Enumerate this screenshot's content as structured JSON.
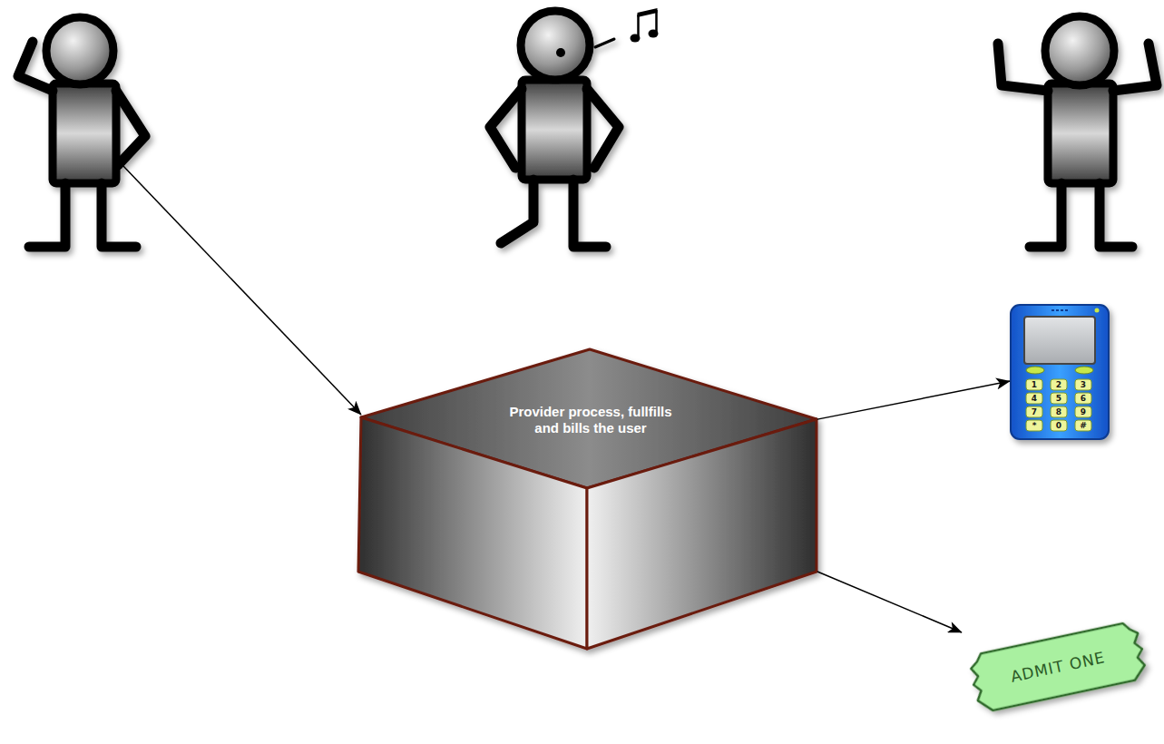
{
  "diagram": {
    "nodes": [
      {
        "text": [
          "Provider process, fullfills and bills the user"
        ]
      },
      {
        "text": [
          "1",
          "2",
          "3",
          "4",
          "5",
          "6",
          "7",
          "8",
          "9",
          "*",
          "0",
          "#"
        ]
      },
      {
        "text": [
          "ADMIT ONE"
        ]
      }
    ],
    "edges": [
      {
        "from": 0,
        "to": 1,
        "arrow": "to"
      },
      {
        "from": 0,
        "to": 2,
        "arrow": "to"
      }
    ]
  }
}
